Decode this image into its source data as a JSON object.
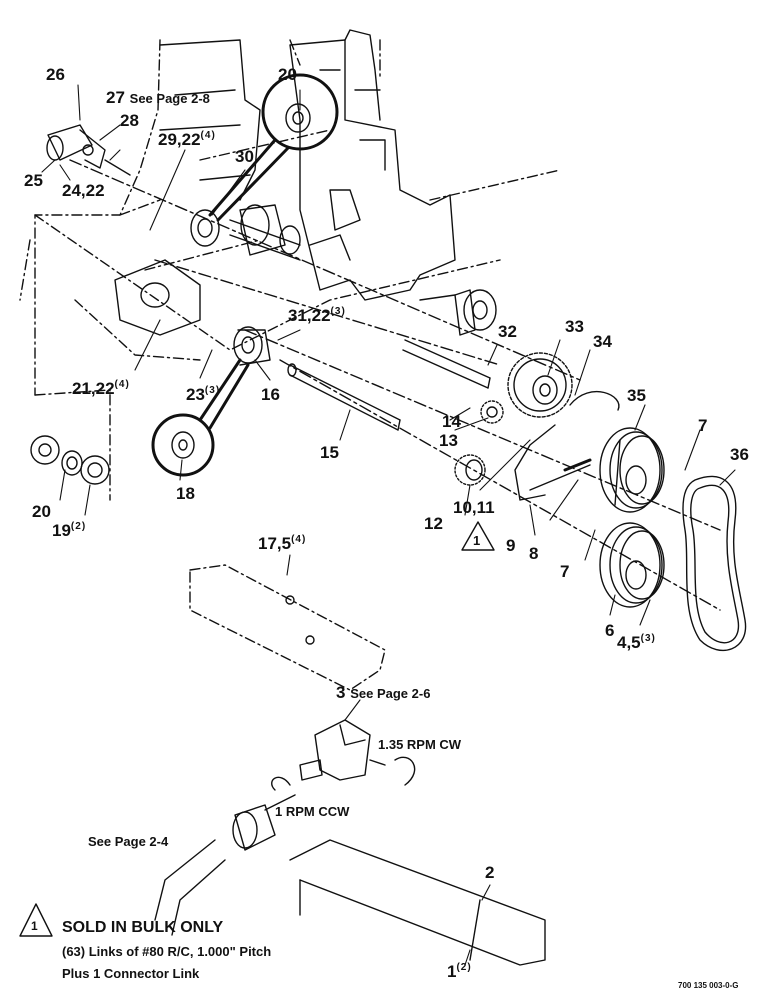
{
  "callouts": {
    "c26": "26",
    "c27": "27",
    "c27_ref": "See Page 2-8",
    "c28": "28",
    "c25": "25",
    "c24_22": "24,22",
    "c29_22": "29,22",
    "c29_22_qty": "(4)",
    "c30": "30",
    "c20_top": "20",
    "c31_22": "31,22",
    "c31_22_qty": "(3)",
    "c32": "32",
    "c33": "33",
    "c34": "34",
    "c21_22": "21,22",
    "c21_22_qty": "(4)",
    "c23": "23",
    "c23_qty": "(3)",
    "c16": "16",
    "c18": "18",
    "c15": "15",
    "c14": "14",
    "c13": "13",
    "c35": "35",
    "c7_top": "7",
    "c36": "36",
    "c20_low": "20",
    "c19": "19",
    "c19_qty": "(2)",
    "c12": "12",
    "c10_11": "10,11",
    "c1_tri": "1",
    "c9": "9",
    "c8": "8",
    "c7_low": "7",
    "c6": "6",
    "c4_5": "4,5",
    "c4_5_qty": "(3)",
    "c17_5": "17,5",
    "c17_5_qty": "(4)",
    "c3": "3",
    "c3_ref": "See Page 2-6",
    "rpm_cw": "1.35 RPM CW",
    "rpm_ccw": "1 RPM CCW",
    "see_page_24": "See Page 2-4",
    "c2": "2",
    "c1": "1",
    "c1_qty": "(2)"
  },
  "note": {
    "symbol": "1",
    "title": "SOLD IN BULK ONLY",
    "line1": "(63) Links of #80 R/C, 1.000\" Pitch",
    "line2": "Plus 1 Connector Link"
  },
  "figure_id": "700 135 003-0-G"
}
